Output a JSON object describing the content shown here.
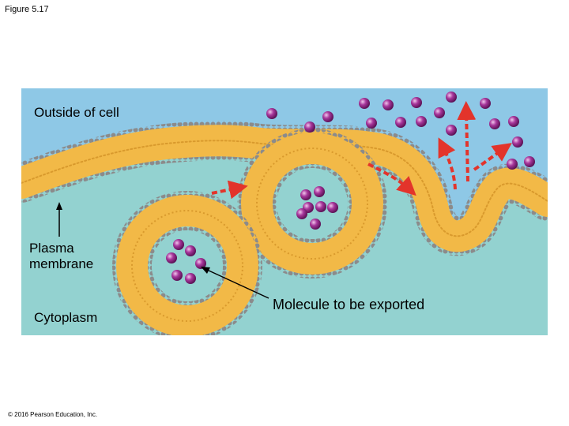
{
  "figure_label": "Figure 5.17",
  "labels": {
    "outside": "Outside of cell",
    "plasma_membrane": "Plasma\nmembrane",
    "cytoplasm": "Cytoplasm",
    "molecule": "Molecule to be exported"
  },
  "copyright": "© 2016 Pearson Education, Inc.",
  "colors": {
    "outside": "#8ec8e6",
    "cytoplasm": "#93d2d0",
    "lipid_tail": "#f2b947",
    "lipid_head": "#8a8a8a",
    "molecule": "#9b2d8f",
    "arrow": "#e3342b"
  }
}
